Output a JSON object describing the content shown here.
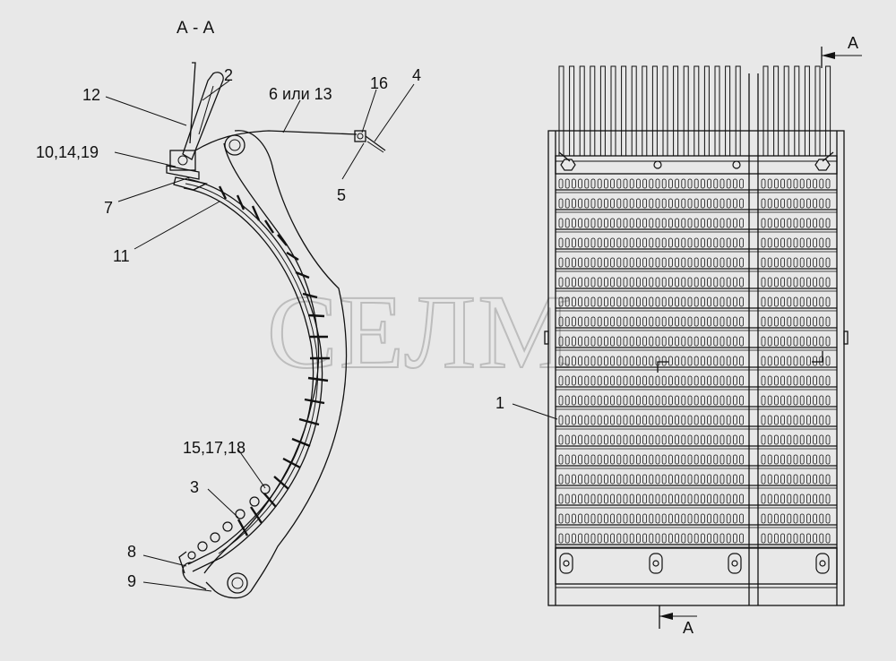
{
  "section_title": "А - А",
  "watermark": "СЕЛМ",
  "section_marks": {
    "top": "А",
    "bottom": "А"
  },
  "callouts": [
    {
      "id": "12",
      "text": "12"
    },
    {
      "id": "2",
      "text": "2"
    },
    {
      "id": "6_13",
      "text": "6 или 13"
    },
    {
      "id": "16",
      "text": "16"
    },
    {
      "id": "4",
      "text": "4"
    },
    {
      "id": "10_14_19",
      "text": "10,14,19"
    },
    {
      "id": "5",
      "text": "5"
    },
    {
      "id": "7",
      "text": "7"
    },
    {
      "id": "11",
      "text": "11"
    },
    {
      "id": "15_17_18",
      "text": "15,17,18"
    },
    {
      "id": "3",
      "text": "3"
    },
    {
      "id": "8",
      "text": "8"
    },
    {
      "id": "9",
      "text": "9"
    },
    {
      "id": "1",
      "text": "1"
    }
  ],
  "colors": {
    "line": "#111111",
    "background": "#e8e8e8",
    "watermark": "#bdbdbd"
  }
}
